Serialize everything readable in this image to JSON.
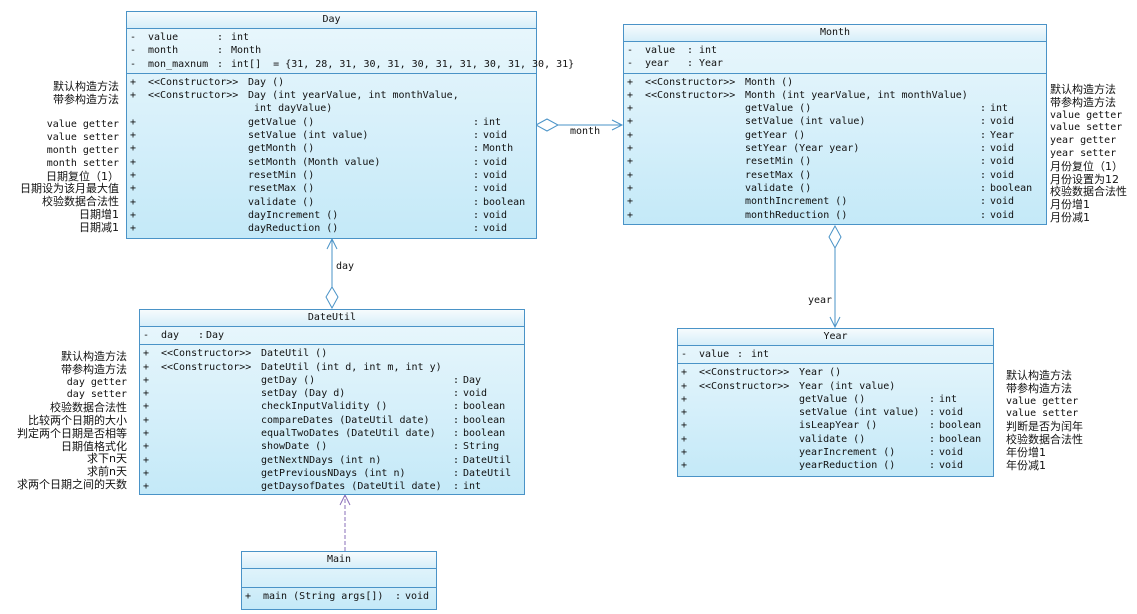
{
  "classes": {
    "day": {
      "title": "Day",
      "attributes": [
        {
          "v": "-",
          "name": "value",
          "sep": ":",
          "type": "int"
        },
        {
          "v": "-",
          "name": "month",
          "sep": ":",
          "type": "Month"
        },
        {
          "v": "-",
          "name": "mon_maxnum",
          "sep": ":",
          "type": "int[]  = {31, 28, 31, 30, 31, 30, 31, 31, 30, 31, 30, 31}"
        }
      ],
      "methods": [
        {
          "v": "+",
          "st": "<<Constructor>>",
          "name": "Day ()",
          "sep": "",
          "type": ""
        },
        {
          "v": "+",
          "st": "<<Constructor>>",
          "name": "Day (int yearValue, int monthValue,",
          "sep": "",
          "type": ""
        },
        {
          "v": "",
          "st": "",
          "name": " int dayValue)",
          "sep": "",
          "type": ""
        },
        {
          "v": "+",
          "st": "",
          "name": "getValue ()",
          "sep": ":",
          "type": "int"
        },
        {
          "v": "+",
          "st": "",
          "name": "setValue (int value)",
          "sep": ":",
          "type": "void"
        },
        {
          "v": "+",
          "st": "",
          "name": "getMonth ()",
          "sep": ":",
          "type": "Month"
        },
        {
          "v": "+",
          "st": "",
          "name": "setMonth (Month value)",
          "sep": ":",
          "type": "void"
        },
        {
          "v": "+",
          "st": "",
          "name": "resetMin ()",
          "sep": ":",
          "type": "void"
        },
        {
          "v": "+",
          "st": "",
          "name": "resetMax ()",
          "sep": ":",
          "type": "void"
        },
        {
          "v": "+",
          "st": "",
          "name": "validate ()",
          "sep": ":",
          "type": "boolean"
        },
        {
          "v": "+",
          "st": "",
          "name": "dayIncrement ()",
          "sep": ":",
          "type": "void"
        },
        {
          "v": "+",
          "st": "",
          "name": "dayReduction ()",
          "sep": ":",
          "type": "void"
        }
      ]
    },
    "month": {
      "title": "Month",
      "attributes": [
        {
          "v": "-",
          "name": "value",
          "sep": ":",
          "type": "int"
        },
        {
          "v": "-",
          "name": "year",
          "sep": ":",
          "type": "Year"
        }
      ],
      "methods": [
        {
          "v": "+",
          "st": "<<Constructor>>",
          "name": "Month ()",
          "sep": "",
          "type": ""
        },
        {
          "v": "+",
          "st": "<<Constructor>>",
          "name": "Month (int yearValue, int monthValue)",
          "sep": "",
          "type": ""
        },
        {
          "v": "+",
          "st": "",
          "name": "getValue ()",
          "sep": ":",
          "type": "int"
        },
        {
          "v": "+",
          "st": "",
          "name": "setValue (int value)",
          "sep": ":",
          "type": "void"
        },
        {
          "v": "+",
          "st": "",
          "name": "getYear ()",
          "sep": ":",
          "type": "Year"
        },
        {
          "v": "+",
          "st": "",
          "name": "setYear (Year year)",
          "sep": ":",
          "type": "void"
        },
        {
          "v": "+",
          "st": "",
          "name": "resetMin ()",
          "sep": ":",
          "type": "void"
        },
        {
          "v": "+",
          "st": "",
          "name": "resetMax ()",
          "sep": ":",
          "type": "void"
        },
        {
          "v": "+",
          "st": "",
          "name": "validate ()",
          "sep": ":",
          "type": "boolean"
        },
        {
          "v": "+",
          "st": "",
          "name": "monthIncrement ()",
          "sep": ":",
          "type": "void"
        },
        {
          "v": "+",
          "st": "",
          "name": "monthReduction ()",
          "sep": ":",
          "type": "void"
        }
      ]
    },
    "dateutil": {
      "title": "DateUtil",
      "attributes": [
        {
          "v": "-",
          "name": "day",
          "sep": ":",
          "type": "Day"
        }
      ],
      "methods": [
        {
          "v": "+",
          "st": "<<Constructor>>",
          "name": "DateUtil ()",
          "sep": "",
          "type": ""
        },
        {
          "v": "+",
          "st": "<<Constructor>>",
          "name": "DateUtil (int d, int m, int y)",
          "sep": "",
          "type": ""
        },
        {
          "v": "+",
          "st": "",
          "name": "getDay ()",
          "sep": ":",
          "type": "Day"
        },
        {
          "v": "+",
          "st": "",
          "name": "setDay (Day d)",
          "sep": ":",
          "type": "void"
        },
        {
          "v": "+",
          "st": "",
          "name": "checkInputValidity ()",
          "sep": ":",
          "type": "boolean"
        },
        {
          "v": "+",
          "st": "",
          "name": "compareDates (DateUtil date)",
          "sep": ":",
          "type": "boolean"
        },
        {
          "v": "+",
          "st": "",
          "name": "equalTwoDates (DateUtil date)",
          "sep": ":",
          "type": "boolean"
        },
        {
          "v": "+",
          "st": "",
          "name": "showDate ()",
          "sep": ":",
          "type": "String"
        },
        {
          "v": "+",
          "st": "",
          "name": "getNextNDays (int n)",
          "sep": ":",
          "type": "DateUtil"
        },
        {
          "v": "+",
          "st": "",
          "name": "getPreviousNDays (int n)",
          "sep": ":",
          "type": "DateUtil"
        },
        {
          "v": "+",
          "st": "",
          "name": "getDaysofDates (DateUtil date)",
          "sep": ":",
          "type": "int"
        }
      ]
    },
    "year": {
      "title": "Year",
      "attributes": [
        {
          "v": "-",
          "name": "value",
          "sep": ":",
          "type": "int"
        }
      ],
      "methods": [
        {
          "v": "+",
          "st": "<<Constructor>>",
          "name": "Year ()",
          "sep": "",
          "type": ""
        },
        {
          "v": "+",
          "st": "<<Constructor>>",
          "name": "Year (int value)",
          "sep": "",
          "type": ""
        },
        {
          "v": "+",
          "st": "",
          "name": "getValue ()",
          "sep": ":",
          "type": "int"
        },
        {
          "v": "+",
          "st": "",
          "name": "setValue (int value)",
          "sep": ":",
          "type": "void"
        },
        {
          "v": "+",
          "st": "",
          "name": "isLeapYear ()",
          "sep": ":",
          "type": "boolean"
        },
        {
          "v": "+",
          "st": "",
          "name": "validate ()",
          "sep": ":",
          "type": "boolean"
        },
        {
          "v": "+",
          "st": "",
          "name": "yearIncrement ()",
          "sep": ":",
          "type": "void"
        },
        {
          "v": "+",
          "st": "",
          "name": "yearReduction ()",
          "sep": ":",
          "type": "void"
        }
      ]
    },
    "main": {
      "title": "Main",
      "attributes": [],
      "methods": [
        {
          "v": "+",
          "st": "",
          "name": "main (String args[])",
          "sep": ":",
          "type": "void"
        }
      ]
    }
  },
  "notes": {
    "day": [
      "默认构造方法",
      "带参构造方法",
      "",
      "value getter",
      "value setter",
      "month getter",
      "month setter",
      "日期复位（1）",
      "日期设为该月最大值",
      "校验数据合法性",
      "日期增1",
      "日期减1"
    ],
    "month": [
      "默认构造方法",
      "带参构造方法",
      "value getter",
      "value setter",
      "year getter",
      "year setter",
      "月份复位（1）",
      "月份设置为12",
      "校验数据合法性",
      "月份增1",
      "月份减1"
    ],
    "dateutil": [
      "默认构造方法",
      "带参构造方法",
      "day getter",
      "day setter",
      "校验数据合法性",
      "比较两个日期的大小",
      "判定两个日期是否相等",
      "日期值格式化",
      "求下n天",
      "求前n天",
      "求两个日期之间的天数"
    ],
    "year": [
      "默认构造方法",
      "带参构造方法",
      "value getter",
      "value setter",
      "判断是否为闰年",
      "校验数据合法性",
      "年份增1",
      "年份减1"
    ]
  },
  "associations": {
    "day_month": "month",
    "dateutil_day": "day",
    "month_year": "year"
  }
}
